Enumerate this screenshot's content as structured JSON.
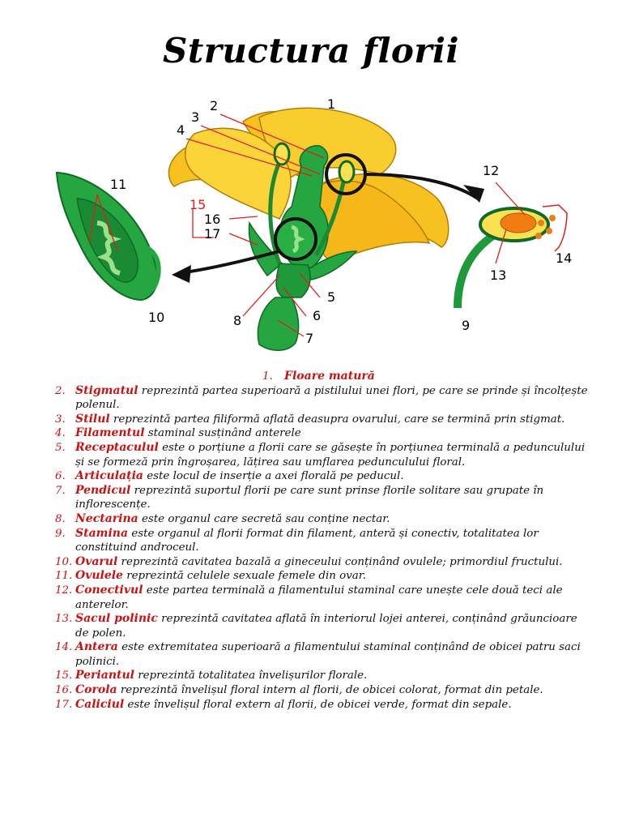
{
  "title": "Structura florii",
  "diagram_labels": {
    "l1": "1",
    "l2": "2",
    "l3": "3",
    "l4": "4",
    "l5": "5",
    "l6": "6",
    "l7": "7",
    "l8": "8",
    "l9": "9",
    "l10": "10",
    "l11": "11",
    "l12": "12",
    "l13": "13",
    "l14": "14",
    "l15": "15",
    "l16": "16",
    "l17": "17"
  },
  "colors": {
    "petal": "#f7c21f",
    "petal_edge": "#b07d05",
    "green": "#25a640",
    "dark_green": "#0d6b24",
    "pointer_line": "#e0201c",
    "pollen": "#f07c12"
  },
  "legend": [
    {
      "num": "1.",
      "term": "Floare matură",
      "text": ""
    },
    {
      "num": "2.",
      "term": "Stigmatul",
      "text": " reprezintă partea superioară a pistilului unei flori, pe care se prinde și încolțește polenul."
    },
    {
      "num": "3.",
      "term": "Stilul",
      "text": " reprezintă partea filiformă aflată deasupra ovarului, care se termină prin stigmat."
    },
    {
      "num": "4.",
      "term": "Filamentul",
      "text": " staminal susținând anterele"
    },
    {
      "num": "5.",
      "term": "Receptaculul",
      "text": " este o porțiune a florii care se găsește în porțiunea terminală a pedunculului și se formeză prin îngroșarea, lățirea sau umflarea pedunculului floral."
    },
    {
      "num": "6.",
      "term": "Articulația",
      "text": " este locul de inserție a axei florală pe peducul."
    },
    {
      "num": "7.",
      "term": "Pendicul",
      "text": " reprezintă suportul florii pe care sunt prinse florile solitare sau grupate în inflorescențe."
    },
    {
      "num": "8.",
      "term": "Nectarina",
      "text": " este organul care secretă sau conține nectar."
    },
    {
      "num": "9.",
      "term": "Stamina",
      "text": " este organul al florii format din filament, anteră și conectiv, totalitatea lor constituind androceul."
    },
    {
      "num": "10.",
      "term": "Ovarul",
      "text": " reprezintă cavitatea bazală a gineceului conținând ovulele; primordiul fructului."
    },
    {
      "num": "11.",
      "term": "Ovulele",
      "text": " reprezintă celulele sexuale femele din ovar."
    },
    {
      "num": "12.",
      "term": "Conectivul",
      "text": " este partea terminală a filamentului staminal care unește cele două teci ale anterelor."
    },
    {
      "num": "13.",
      "term": "Sacul polinic",
      "text": " reprezintă cavitatea aflată în interiorul lojei anterei, conținând grăuncioare de polen."
    },
    {
      "num": "14.",
      "term": "Antera",
      "text": " este extremitatea superioară a filamentului staminal conținând de obicei patru saci polinici."
    },
    {
      "num": "15.",
      "term": "Periantul",
      "text": " reprezintă totalitatea învelișurilor florale."
    },
    {
      "num": "16.",
      "term": "Corola",
      "text": " reprezintă învelișul floral intern al florii, de obicei colorat, format din petale."
    },
    {
      "num": "17.",
      "term": "Caliciul",
      "text": " este învelișul floral extern al florii, de obicei verde, format din sepale."
    }
  ]
}
